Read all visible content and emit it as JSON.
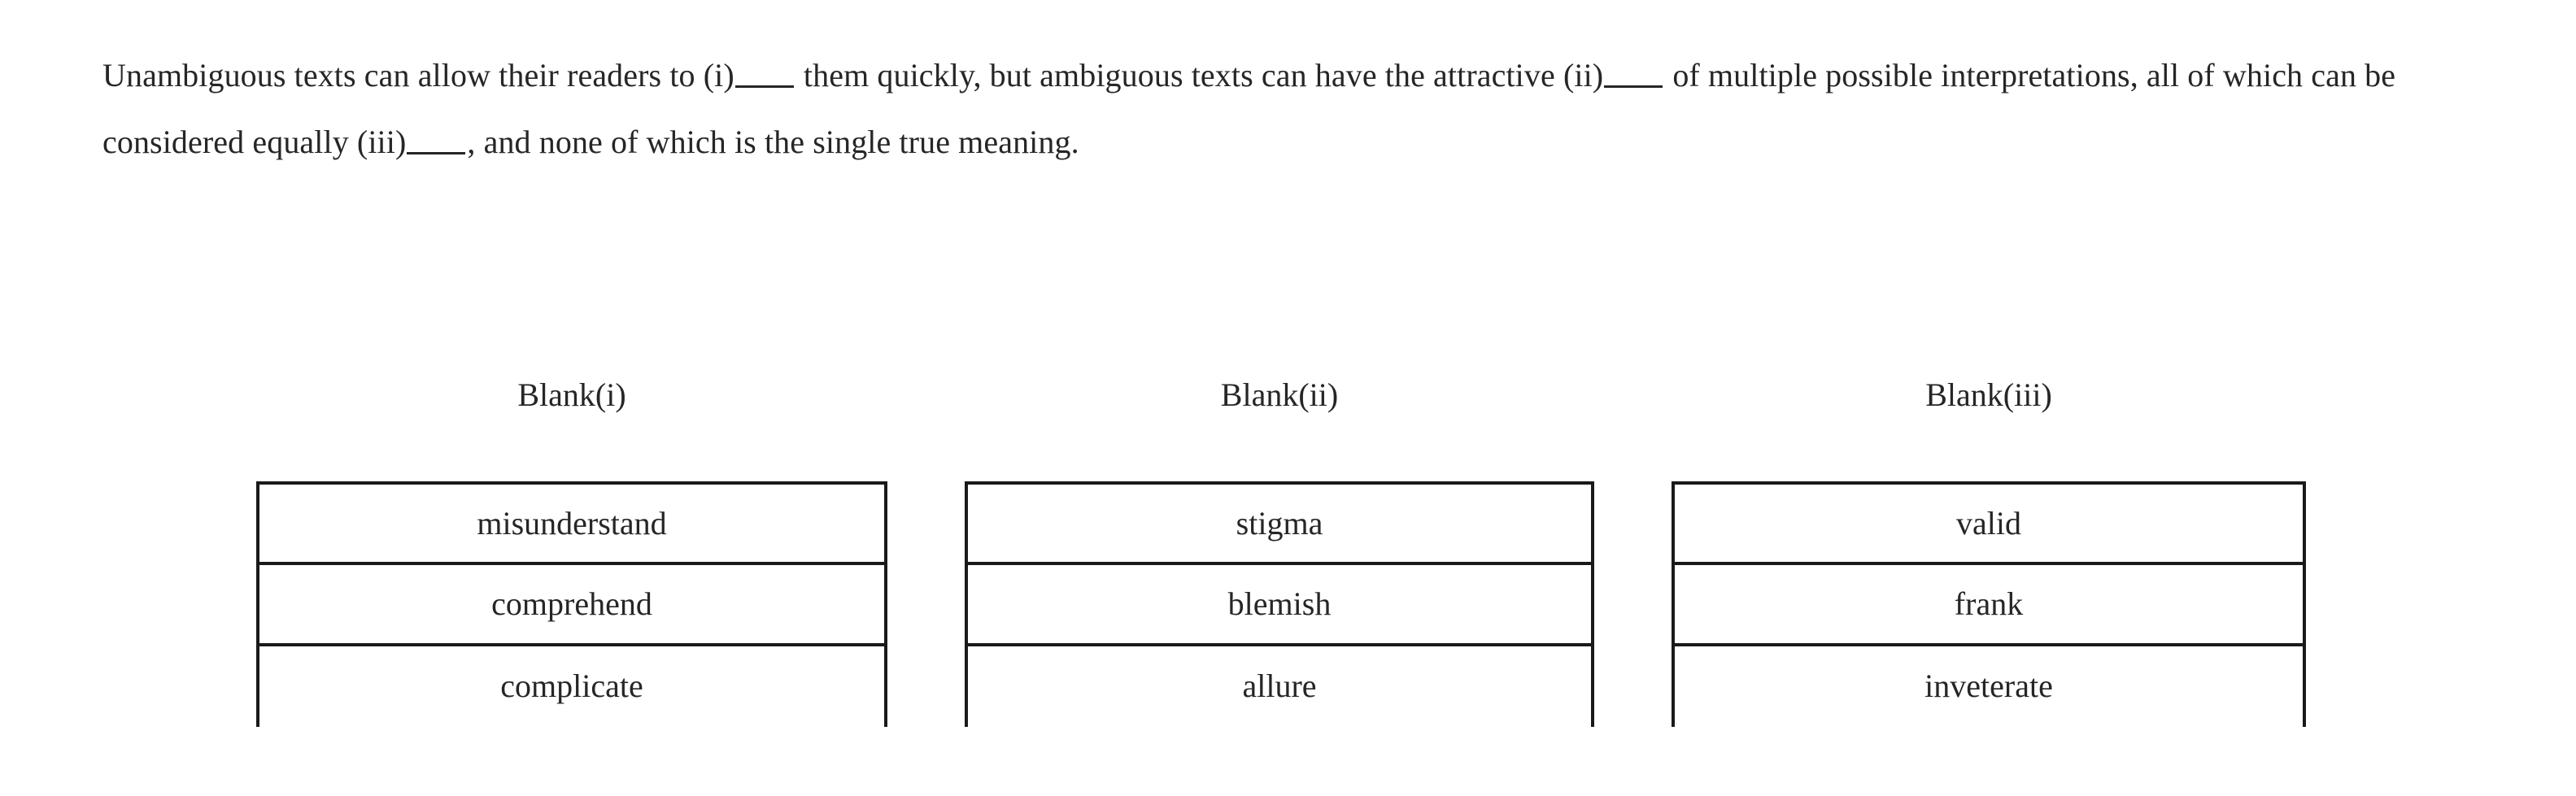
{
  "question": {
    "segments": [
      {
        "type": "text",
        "value": "Unambiguous texts can allow their readers to (i)"
      },
      {
        "type": "blank",
        "value": ""
      },
      {
        "type": "text",
        "value": " them quickly, but ambiguous texts can have the attractive (ii)"
      },
      {
        "type": "blank",
        "value": ""
      },
      {
        "type": "text",
        "value": " of multiple possible interpretations, all of which can be considered equally (iii)"
      },
      {
        "type": "blank",
        "value": ""
      },
      {
        "type": "text",
        "value": ", and none of which is the single true meaning."
      }
    ],
    "plain_text": "Unambiguous texts can allow their readers to (i)_____ them quickly, but ambiguous texts can have the attractive (ii)_____ of multiple possible interpretations, all of which can be considered equally (iii)_____, and none of which is the single true meaning."
  },
  "blanks": [
    {
      "heading": "Blank(i)",
      "options": [
        {
          "label": "misunderstand",
          "selected": false
        },
        {
          "label": "comprehend",
          "selected": false
        },
        {
          "label": "complicate",
          "selected": false
        }
      ]
    },
    {
      "heading": "Blank(ii)",
      "options": [
        {
          "label": "stigma",
          "selected": false
        },
        {
          "label": "blemish",
          "selected": false
        },
        {
          "label": "allure",
          "selected": false
        }
      ]
    },
    {
      "heading": "Blank(iii)",
      "options": [
        {
          "label": "valid",
          "selected": false
        },
        {
          "label": "frank",
          "selected": false
        },
        {
          "label": "inveterate",
          "selected": false
        }
      ]
    }
  ],
  "colors": {
    "background": "#ffffff",
    "text": "#262626",
    "border": "#1a1a1a"
  }
}
